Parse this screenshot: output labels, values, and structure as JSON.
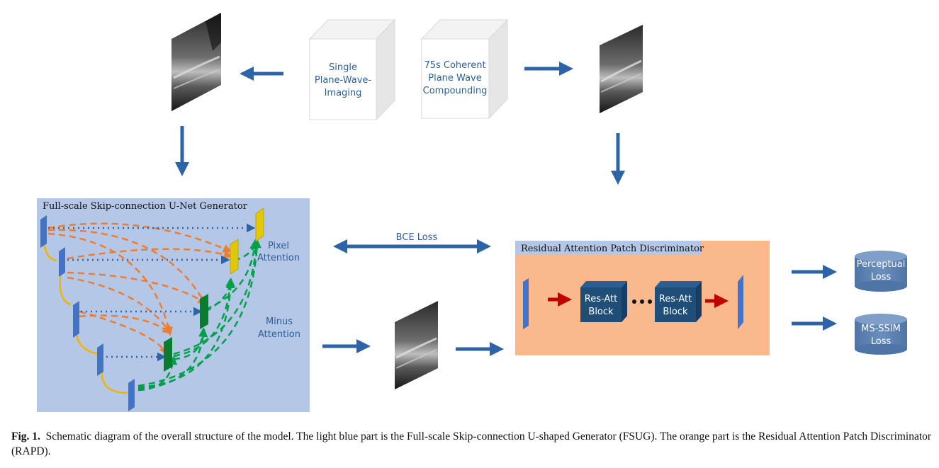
{
  "top": {
    "single_pw_lines": [
      "Single",
      "Plane-Wave-",
      "Imaging"
    ],
    "compounding_lines": [
      "75s Coherent",
      "Plane Wave",
      "Compounding"
    ]
  },
  "generator": {
    "title": "Full-scale Skip-connection U-Net Generator",
    "pixel_attention_lines": [
      "Pixel",
      "Attention"
    ],
    "minus_attention_lines": [
      "Minus",
      "Attention"
    ]
  },
  "bce_loss": "BCE Loss",
  "discriminator": {
    "title": "Residual Attention Patch Discriminator",
    "block1_lines": [
      "Res-Att",
      "Block"
    ],
    "block2_lines": [
      "Res-Att",
      "Block"
    ]
  },
  "losses": {
    "perceptual_lines": [
      "Perceptual",
      "Loss"
    ],
    "msssim_lines": [
      "MS-SSIM",
      "Loss"
    ]
  },
  "caption": {
    "label": "Fig. 1.",
    "text": "Schematic diagram of the overall structure of the model. The light blue part is the Full-scale Skip-connection U-shaped Generator (FSUG). The orange part is the Residual Attention Patch Discriminator (RAPD)."
  },
  "colors": {
    "arrow_blue": "#2e63a8",
    "generator_bg": "#b4c7e7",
    "discriminator_bg": "#f9b98c",
    "feature_blue": "#4472c4",
    "orange_skip": "#ed7d31",
    "green_skip": "#00a04a",
    "yellow_attention": "#e2c800",
    "red_arrow": "#c00000",
    "res_block": "#1f4e79",
    "loss_cylinder": "#5f84b2"
  }
}
